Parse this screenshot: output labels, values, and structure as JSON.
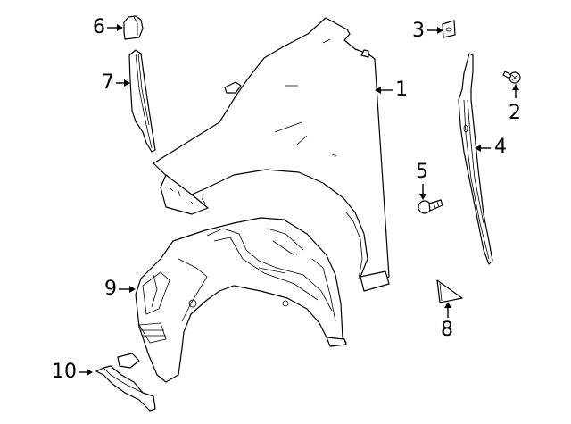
{
  "diagram": {
    "type": "exploded-parts-diagram",
    "subject": "Front fender assembly",
    "callouts": [
      {
        "id": "1",
        "label": "1",
        "part": "fender"
      },
      {
        "id": "2",
        "label": "2",
        "part": "screw"
      },
      {
        "id": "3",
        "label": "3",
        "part": "seal pad"
      },
      {
        "id": "4",
        "label": "4",
        "part": "fender seal strip"
      },
      {
        "id": "5",
        "label": "5",
        "part": "screw"
      },
      {
        "id": "6",
        "label": "6",
        "part": "cap"
      },
      {
        "id": "7",
        "label": "7",
        "part": "fender insulator"
      },
      {
        "id": "8",
        "label": "8",
        "part": "triangle pad"
      },
      {
        "id": "9",
        "label": "9",
        "part": "fender liner"
      },
      {
        "id": "10",
        "label": "10",
        "part": "splash shield"
      }
    ]
  }
}
